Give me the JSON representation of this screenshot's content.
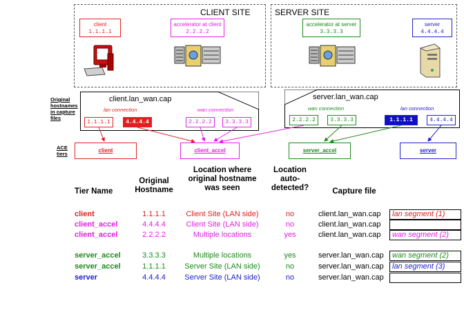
{
  "sites": {
    "client_title": "CLIENT SITE",
    "server_title": "SERVER SITE"
  },
  "hosts": {
    "client": {
      "label": "client",
      "ip": "1.1.1.1"
    },
    "accel_client": {
      "label": "accelerator at client",
      "ip": "2.2.2.2"
    },
    "accel_server": {
      "label": "accelerator at server",
      "ip": "3.3.3.3"
    },
    "server": {
      "label": "server",
      "ip": "4.4.4.4"
    }
  },
  "side_labels": {
    "original": "Original hostnames in capture files",
    "ace": "ACE tiers"
  },
  "captures": {
    "client": {
      "name": "client.lan_wan.cap",
      "lan_label": "lan connection",
      "wan_label": "wan connection",
      "ips": [
        "1.1.1.1",
        "4.4.4.4",
        "2.2.2.2",
        "3.3.3.3"
      ]
    },
    "server": {
      "name": "server.lan_wan.cap",
      "wan_label": "wan connection",
      "lan_label": "lan connection",
      "ips": [
        "2.2.2.2",
        "3.3.3.3",
        "1.1.1.1",
        "4.4.4.4"
      ]
    }
  },
  "tiers": [
    "client",
    "client_accel",
    "server_accel",
    "server"
  ],
  "table": {
    "headers": [
      "Tier Name",
      "Original Hostname",
      "Location where original hostname was seen",
      "Location auto-detected?",
      "Capture file"
    ],
    "rows": [
      {
        "tier": "client",
        "host": "1.1.1.1",
        "loc": "Client Site (LAN side)",
        "auto": "no",
        "file": "client.lan_wan.cap",
        "note": "lan segment (1)"
      },
      {
        "tier": "client_accel",
        "host": "4.4.4.4",
        "loc": "Client Site (LAN side)",
        "auto": "no",
        "file": "client.lan_wan.cap",
        "note": ""
      },
      {
        "tier": "client_accel",
        "host": "2.2.2.2",
        "loc": "Multiple locations",
        "auto": "yes",
        "file": "client.lan_wan.cap",
        "note": "wan segment (2)"
      },
      {
        "tier": "server_accel",
        "host": "3.3.3.3",
        "loc": "Multiple locations",
        "auto": "yes",
        "file": "server.lan_wan.cap",
        "note": "wan segment (2)"
      },
      {
        "tier": "server_accel",
        "host": "1.1.1.1",
        "loc": "Server Site (LAN side)",
        "auto": "no",
        "file": "server.lan_wan.cap",
        "note": "lan segment (3)"
      },
      {
        "tier": "server",
        "host": "4.4.4.4",
        "loc": "Server Site (LAN side)",
        "auto": "no",
        "file": "server.lan_wan.cap",
        "note": ""
      }
    ]
  },
  "colors": {
    "client": "#e02020",
    "client_accel": "#e020e0",
    "server_accel": "#1a8a1a",
    "server": "#2020c8"
  }
}
